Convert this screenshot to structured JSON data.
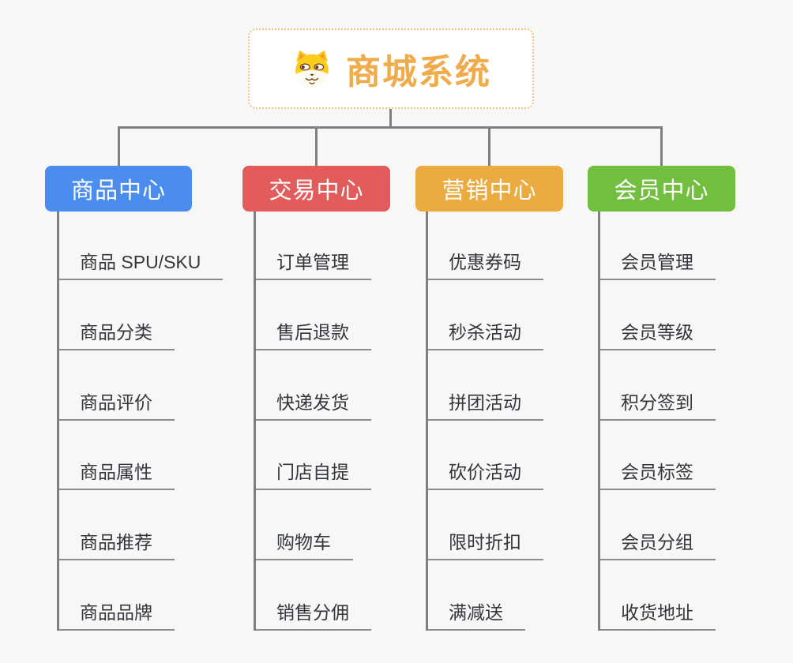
{
  "root": {
    "title": "商城系统",
    "icon": "dog-icon",
    "title_color": "#F0AC4C",
    "border_color": "#F2C27B"
  },
  "connector_color": "#7F7F7F",
  "underline_color": "#8C8C8C",
  "background_color": "#F7F7F7",
  "branches": [
    {
      "label": "商品中心",
      "color": "#4A8DEE",
      "children": [
        "商品 SPU/SKU",
        "商品分类",
        "商品评价",
        "商品属性",
        "商品推荐",
        "商品品牌"
      ]
    },
    {
      "label": "交易中心",
      "color": "#E25C5C",
      "children": [
        "订单管理",
        "售后退款",
        "快递发货",
        "门店自提",
        "购物车",
        "销售分佣"
      ]
    },
    {
      "label": "营销中心",
      "color": "#ECAB40",
      "children": [
        "优惠券码",
        "秒杀活动",
        "拼团活动",
        "砍价活动",
        "限时折扣",
        "满减送"
      ]
    },
    {
      "label": "会员中心",
      "color": "#72BE3E",
      "children": [
        "会员管理",
        "会员等级",
        "积分签到",
        "会员标签",
        "会员分组",
        "收货地址"
      ]
    }
  ]
}
